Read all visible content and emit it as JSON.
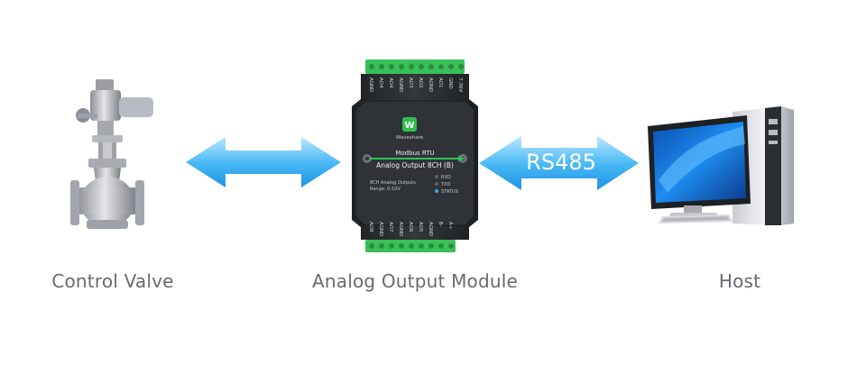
{
  "nodes": {
    "valve": {
      "label": "Control Valve"
    },
    "module": {
      "label": "Analog Output Module",
      "brand": "Waveshare",
      "protocol": "Modbus RTU",
      "product_name": "Analog Output 8CH (B)",
      "spec_line_1": "8CH Analog Outputs",
      "spec_line_2": "Range:  0-10V",
      "indicators": [
        "RXD",
        "TXD",
        "STATUS"
      ],
      "top_terminals": [
        "AGND",
        "AO4",
        "AO4",
        "AGND",
        "AO3",
        "AO2",
        "AGND",
        "AO1",
        "GND",
        "7-36V"
      ],
      "bottom_terminals": [
        "AO8",
        "AGND",
        "AO7",
        "AGND",
        "AO6",
        "AO5",
        "AGND",
        "B-",
        "A+"
      ]
    },
    "host": {
      "label": "Host"
    }
  },
  "links": {
    "left": {
      "label": ""
    },
    "right": {
      "label": "RS485"
    }
  },
  "colors": {
    "arrow_light": "#bfe9ff",
    "arrow_dark": "#2fa5ef",
    "module_body": "#2b2e31",
    "terminal_green": "#3cc35a",
    "caption_text": "#666a70"
  }
}
